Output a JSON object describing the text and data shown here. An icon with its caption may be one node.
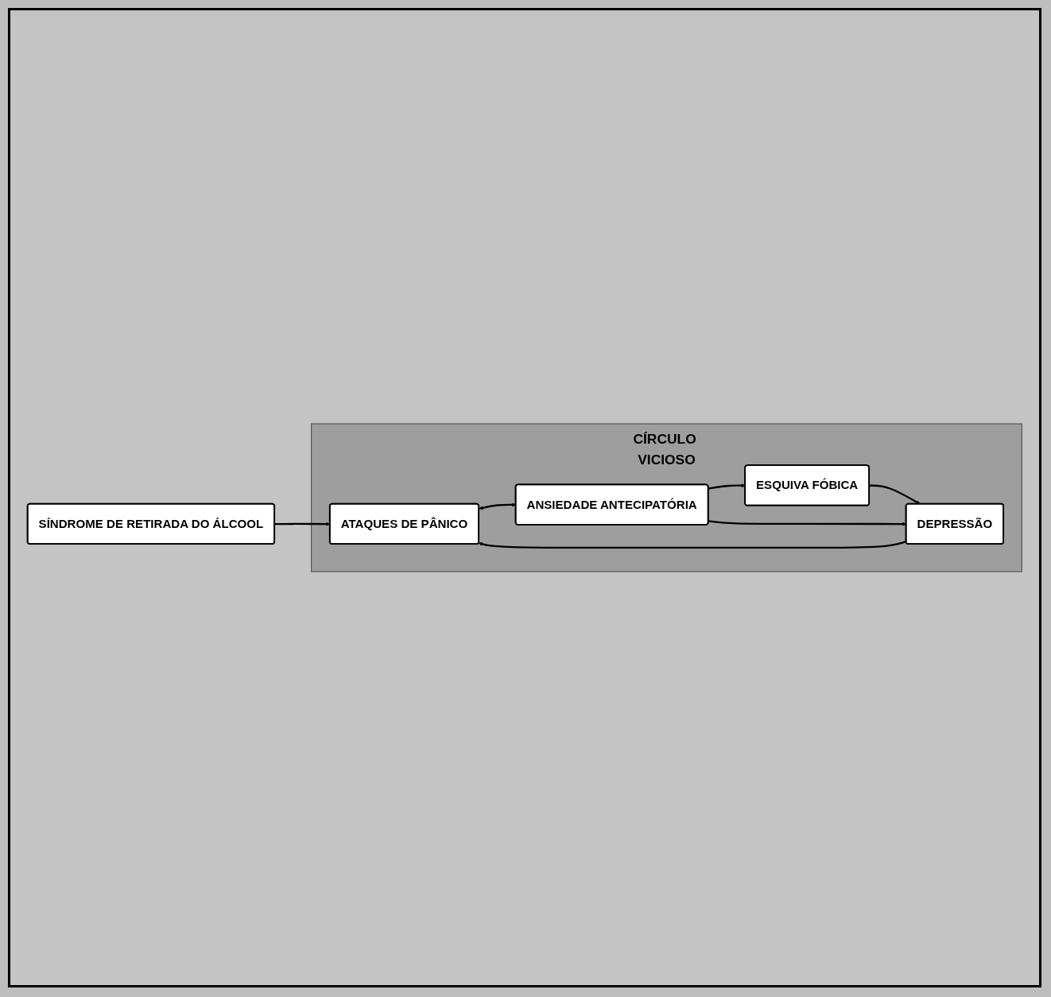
{
  "diagram": {
    "nodes": [
      {
        "text": [
          "SÍNDROME DE RETIRADA DO ÁLCOOL"
        ]
      },
      {
        "text": [
          "CÍRCULO VICIOSO"
        ]
      },
      {
        "text": [
          "ATAQUES DE PÂNICO"
        ],
        "in": 1
      },
      {
        "text": [
          "ANSIEDADE ANTECIPATÓRIA"
        ],
        "in": 1
      },
      {
        "text": [
          "ESQUIVA FÓBICA"
        ],
        "in": 1
      },
      {
        "text": [
          "DEPRESSÃO"
        ],
        "in": 1
      }
    ],
    "edges": [
      {
        "from": 0,
        "to": 2,
        "arrow": "to"
      },
      {
        "from": 2,
        "to": 3,
        "arrow": "both"
      },
      {
        "from": 3,
        "to": 4,
        "arrow": "to"
      },
      {
        "from": 4,
        "to": 5,
        "arrow": "to"
      },
      {
        "from": 3,
        "to": 5,
        "arrow": "to"
      },
      {
        "from": 5,
        "to": 2,
        "arrow": "to"
      }
    ]
  }
}
